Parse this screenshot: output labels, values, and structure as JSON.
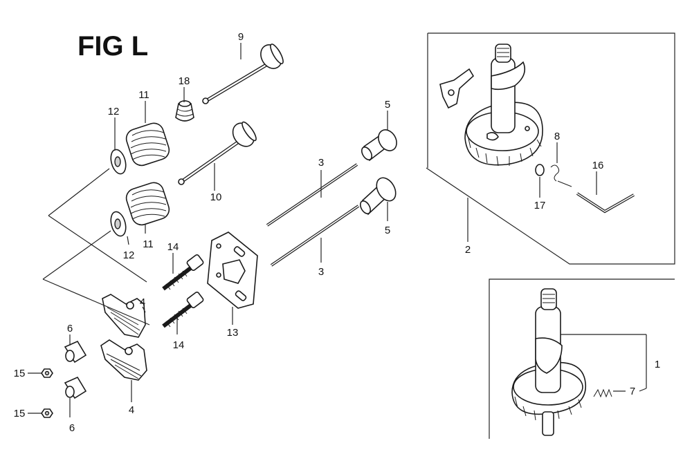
{
  "title": "FIG L",
  "callouts": {
    "c1": "1",
    "c2": "2",
    "c3a": "3",
    "c3b": "3",
    "c4a": "4",
    "c4b": "4",
    "c5a": "5",
    "c5b": "5",
    "c6a": "6",
    "c6b": "6",
    "c7": "7",
    "c8": "8",
    "c9": "9",
    "c10": "10",
    "c11a": "11",
    "c11b": "11",
    "c12a": "12",
    "c12b": "12",
    "c13": "13",
    "c14a": "14",
    "c14b": "14",
    "c15a": "15",
    "c15b": "15",
    "c16": "16",
    "c17": "17",
    "c18": "18"
  }
}
